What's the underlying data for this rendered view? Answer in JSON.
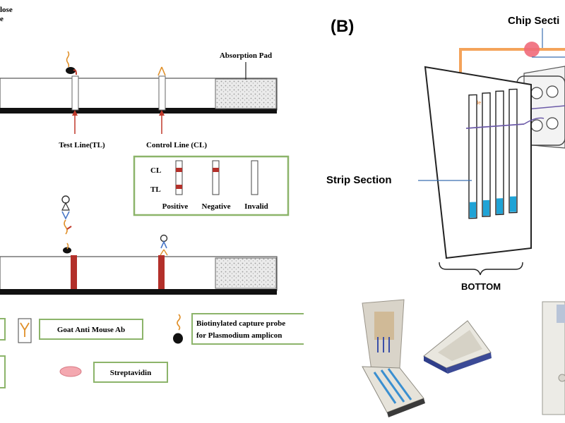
{
  "left_panel": {
    "top_cut_text_1": "lose",
    "top_cut_text_2": "e",
    "absorption_pad": "Absorption Pad",
    "test_line": "Test Line(TL)",
    "control_line": "Control Line (CL)",
    "result_box": {
      "cl": "CL",
      "tl": "TL",
      "positive": "Positive",
      "negative": "Negative",
      "invalid": "Invalid"
    },
    "legend": {
      "goat_ab": "Goat Anti Mouse Ab",
      "biotin_line1": "Biotinylated  capture probe",
      "biotin_line2": "for Plasmodium amplicon",
      "streptavidin": "Streptavidin"
    }
  },
  "right_panel": {
    "panel_label": "(B)",
    "chip_section": "Chip Secti",
    "strip_section": "Strip Section",
    "bottom": "BOTTOM",
    "blade": "blade"
  },
  "colors": {
    "red_line": "#b3302a",
    "strip_blue": "#1fa3d6",
    "orange": "#f4a35a",
    "pink_dot": "#f06a7a",
    "box_green": "#8cb46a"
  }
}
